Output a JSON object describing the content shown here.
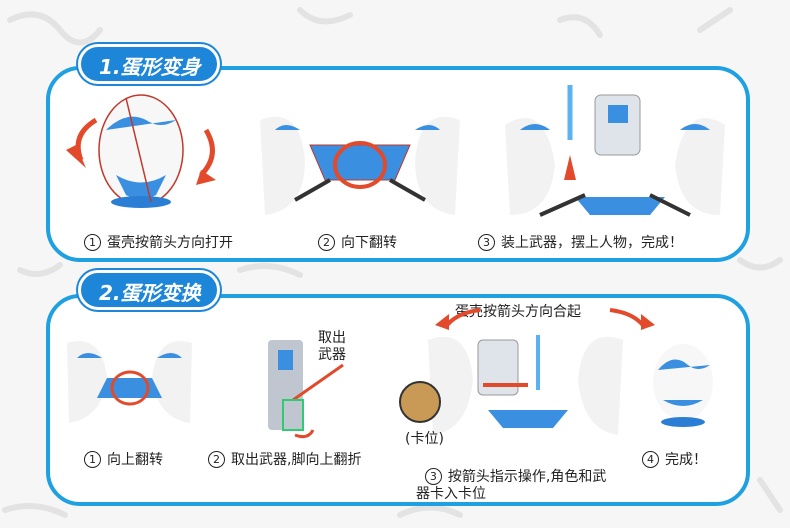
{
  "section1": {
    "title": "1.蛋形变身",
    "steps": [
      {
        "num": "1",
        "text": "蛋壳按箭头方向打开"
      },
      {
        "num": "2",
        "text": "向下翻转"
      },
      {
        "num": "3",
        "text": "装上武器，摆上人物，完成！"
      }
    ]
  },
  "section2": {
    "title": "2.蛋形变换",
    "callout_top": "蛋壳按箭头方向合起",
    "callout_weapon": "取出\n武器",
    "callout_slot": "(卡位)",
    "steps": [
      {
        "num": "1",
        "text": "向上翻转"
      },
      {
        "num": "2",
        "text": "取出武器,脚向上翻折"
      },
      {
        "num": "3",
        "text": "按箭头指示操作,角色和武\n器卡入卡位"
      },
      {
        "num": "4",
        "text": "完成！"
      }
    ]
  },
  "colors": {
    "accent": "#1e86d8",
    "border": "#1fa0e0",
    "arrow": "#e24a2b"
  }
}
